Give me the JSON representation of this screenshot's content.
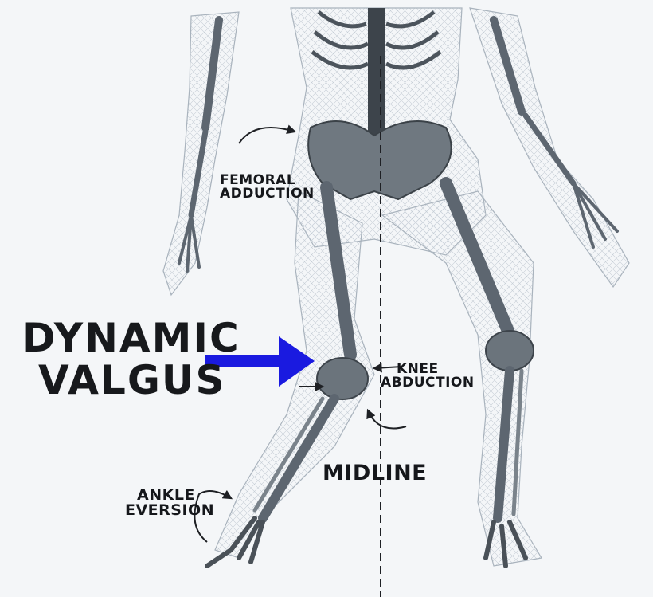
{
  "labels": {
    "femoral_line1": "FEMORAL",
    "femoral_line2": "ADDUCTION",
    "dynamic_line1": "DYNAMIC",
    "dynamic_line2": "VALGUS",
    "knee_line1": "KNEE",
    "knee_line2": "ABDUCTION",
    "midline": "MIDLINE",
    "ankle_line1": "ANKLE",
    "ankle_line2": "EVERSION"
  },
  "colors": {
    "pointer_arrow": "#1a1ae0",
    "bone": "#5d6670",
    "mesh": "#b9c3cc",
    "text": "#15171b"
  }
}
